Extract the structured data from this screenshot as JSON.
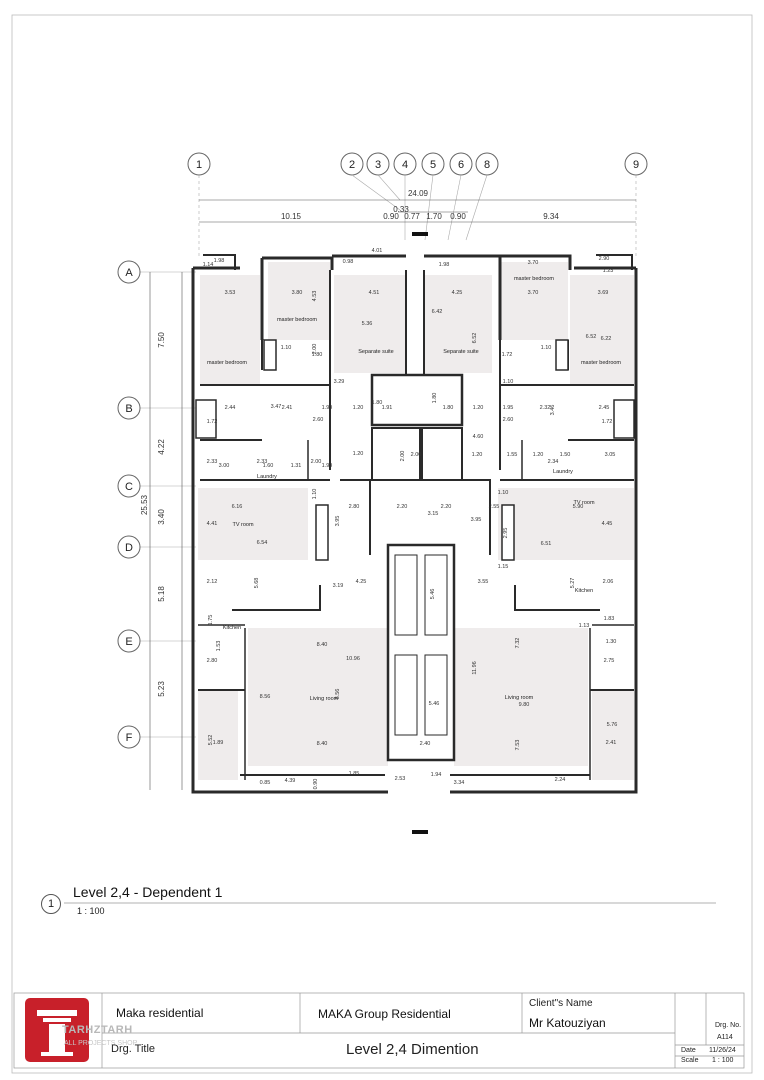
{
  "grid": {
    "columns": [
      "1",
      "2",
      "3",
      "4",
      "5",
      "6",
      "8",
      "9"
    ],
    "rows": [
      "A",
      "B",
      "C",
      "D",
      "E",
      "F"
    ]
  },
  "dimensions": {
    "total_width": "24.09",
    "gap_top": "0.33",
    "x_segments": [
      "10.15",
      "0.90",
      "0.77",
      "1.70",
      "0.90",
      "9.34"
    ],
    "total_height": "25.53",
    "y_segments": [
      "7.50",
      "4.22",
      "3.40",
      "5.18",
      "5.23"
    ]
  },
  "rooms": {
    "master_bedroom_1": "master bedroom",
    "master_bedroom_2": "master bedroom",
    "master_bedroom_3": "master bedroom",
    "master_bedroom_4": "master bedroom",
    "separate_suite_1": "Separate suite",
    "separate_suite_2": "Separate suite",
    "laundry_1": "Laundry",
    "laundry_2": "Laundry",
    "tv_room_1": "TV room",
    "tv_room_2": "TV room",
    "kitchen_1": "Kitchen",
    "kitchen_2": "Kitchen",
    "living_room_1": "Living room",
    "living_room_2": "Living room"
  },
  "room_dims": [
    "1.98",
    "4.01",
    "0.98",
    "1.98",
    "3.70",
    "2.90",
    "1.23",
    "1.14",
    "3.80",
    "4.53",
    "4.51",
    "4.25",
    "3.53",
    "5.36",
    "6.42",
    "6.52",
    "3.70",
    "6.52",
    "3.69",
    "6.22",
    "1.10",
    "2.00",
    "1.80",
    "1.72",
    "1.10",
    "3.29",
    "1.10",
    "3.47",
    "2.41",
    "1.99",
    "1.20",
    "1.80",
    "1.91",
    "1.80",
    "1.80",
    "1.20",
    "1.95",
    "2.32",
    "2.45",
    "2.44",
    "1.72",
    "2.60",
    "1.72",
    "4.60",
    "2.60",
    "3.46",
    "2.33",
    "2.33",
    "3.00",
    "1.60",
    "1.31",
    "2.00",
    "1.99",
    "1.20",
    "2.00",
    "2.00",
    "1.20",
    "1.55",
    "1.20",
    "1.50",
    "3.05",
    "2.34",
    "6.16",
    "1.10",
    "2.80",
    "2.20",
    "2.20",
    "2.55",
    "1.10",
    "5.90",
    "4.41",
    "6.54",
    "3.95",
    "3.15",
    "3.95",
    "2.95",
    "6.51",
    "4.45",
    "5.68",
    "3.19",
    "4.25",
    "5.46",
    "1.15",
    "3.55",
    "5.27",
    "2.12",
    "2.06",
    "1.75",
    "1.13",
    "1.83",
    "1.53",
    "1.30",
    "8.40",
    "7.32",
    "2.80",
    "10.96",
    "11.96",
    "2.75",
    "8.56",
    "8.56",
    "9.80",
    "5.46",
    "5.52",
    "1.89",
    "8.40",
    "7.53",
    "5.76",
    "2.41",
    "2.40",
    "0.85",
    "4.39",
    "0.90",
    "1.85",
    "2.53",
    "1.94",
    "3.34",
    "2.24"
  ],
  "view": {
    "number": "1",
    "title": "Level 2,4 - Dependent 1",
    "scale": "1 : 100"
  },
  "title_block": {
    "project": "Maka residential",
    "company": "MAKA Group Residential",
    "client_label": "Client\"s Name",
    "client_name": "Mr Katouziyan",
    "drg_title_label": "Drg. Title",
    "drawing_title": "Level 2,4 Dimention",
    "drg_no_label": "Drg. No.",
    "drg_no": "A114",
    "date_label": "Date",
    "date": "11/26/24",
    "scale_label": "Scale",
    "scale": "1 : 100"
  },
  "logo": {
    "wordmark": "TARHZTARH",
    "subtitle": "ALL PROJECTS SHOP",
    "color": "#c8202a"
  }
}
